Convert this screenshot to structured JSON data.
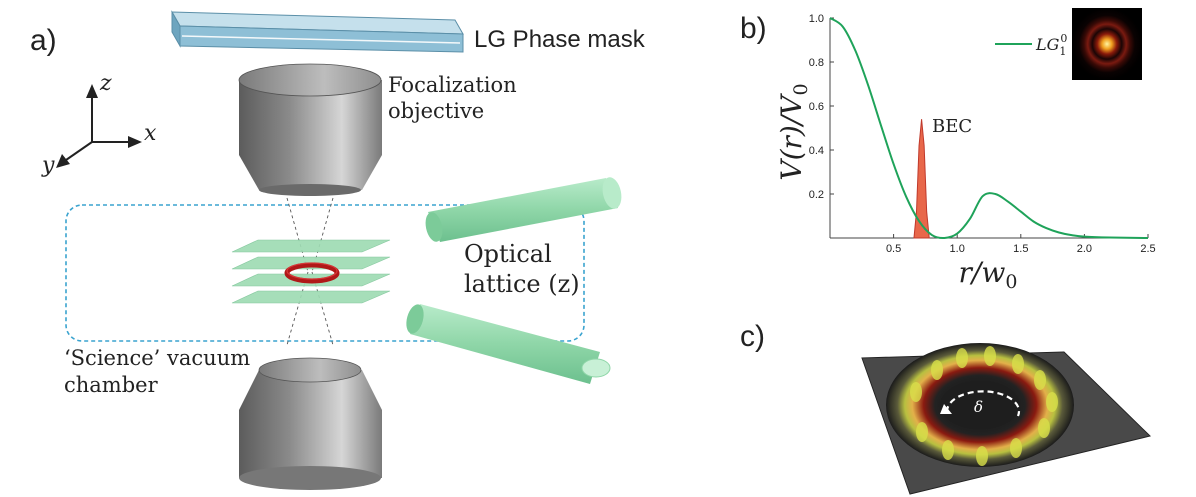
{
  "panel_a": {
    "label": "a)",
    "phase_mask": "LG Phase mask",
    "objective_line1": "Focalization",
    "objective_line2": "objective",
    "axis_z": "z",
    "axis_x": "x",
    "axis_y": "y",
    "lattice_line1": "Optical",
    "lattice_line2": "lattice (z)",
    "chamber_line1": "‘Science’ vacuum",
    "chamber_line2": "chamber"
  },
  "panel_b": {
    "label": "b)",
    "legend_label": "LG",
    "legend_sup": "0",
    "legend_sub": "1",
    "annotation": "BEC"
  },
  "panel_c": {
    "label": "c)",
    "delta_label": "δ"
  },
  "colors": {
    "curve": "#1fa35a",
    "bec_fill": "#e8674a",
    "bec_stroke": "#c0392b",
    "lattice": "#8fd6a8",
    "phase_mask": "#8ebfd6",
    "chamber": "#3aa3cf",
    "metal": "#9a9a9a"
  },
  "chart_data": {
    "type": "line",
    "xlabel": "r/w₀",
    "ylabel": "V(r)/V₀",
    "xlim": [
      0,
      2.5
    ],
    "ylim": [
      0,
      1.0
    ],
    "x_ticks": [
      "0.5",
      "1.0",
      "1.5",
      "2.0",
      "2.5"
    ],
    "y_ticks": [
      "0.2",
      "0.4",
      "0.6",
      "0.8",
      "1.0"
    ],
    "series": [
      {
        "name": "LG₁⁰",
        "x": [
          0,
          0.1,
          0.2,
          0.3,
          0.4,
          0.5,
          0.6,
          0.7,
          0.8,
          0.9,
          1.0,
          1.1,
          1.2,
          1.3,
          1.4,
          1.5,
          1.6,
          1.7,
          1.8,
          1.9,
          2.0,
          2.2,
          2.5
        ],
        "y": [
          1.0,
          0.961,
          0.851,
          0.694,
          0.513,
          0.336,
          0.186,
          0.077,
          0.014,
          0.0,
          0.02,
          0.087,
          0.19,
          0.2,
          0.165,
          0.12,
          0.075,
          0.045,
          0.025,
          0.013,
          0.006,
          0.002,
          0.0
        ]
      },
      {
        "name": "BEC",
        "x": [
          0.66,
          0.68,
          0.7,
          0.72,
          0.74,
          0.76,
          0.78
        ],
        "y": [
          0.0,
          0.12,
          0.42,
          0.54,
          0.42,
          0.12,
          0.0
        ]
      }
    ],
    "grid": false,
    "legend": "top-right"
  }
}
